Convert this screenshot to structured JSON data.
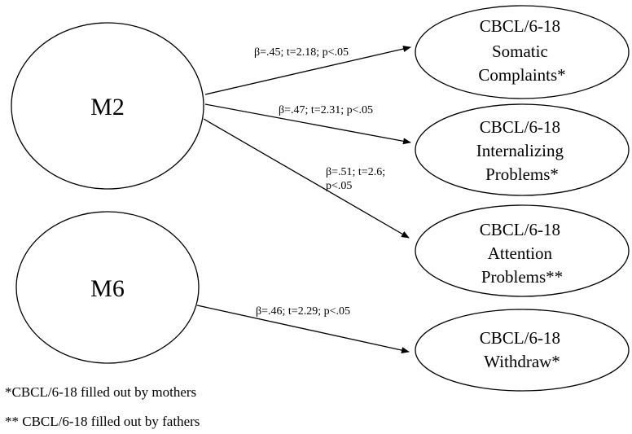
{
  "nodes": {
    "m2": {
      "label": "M2"
    },
    "m6": {
      "label": "M6"
    },
    "somatic": {
      "lines": [
        "CBCL/6-18",
        "Somatic",
        "Complaints*"
      ]
    },
    "internalizing": {
      "lines": [
        "CBCL/6-18",
        "Internalizing",
        "Problems*"
      ]
    },
    "attention": {
      "lines": [
        "CBCL/6-18",
        "Attention",
        "Problems**"
      ]
    },
    "withdraw": {
      "lines": [
        "CBCL/6-18",
        "Withdraw*"
      ]
    }
  },
  "edges": [
    {
      "from": "M2",
      "to": "CBCL/6-18 Somatic Complaints*",
      "label_lines": [
        "β=.45; t=2.18; p<.05"
      ]
    },
    {
      "from": "M2",
      "to": "CBCL/6-18 Internalizing Problems*",
      "label_lines": [
        "β=.47; t=2.31; p<.05"
      ]
    },
    {
      "from": "M2",
      "to": "CBCL/6-18 Attention Problems**",
      "label_lines": [
        "β=.51; t=2.6;",
        "p<.05"
      ]
    },
    {
      "from": "M6",
      "to": "CBCL/6-18 Withdraw*",
      "label_lines": [
        "β=.46; t=2.29; p<.05"
      ]
    }
  ],
  "footnotes": [
    "*CBCL/6-18 filled out by mothers",
    "** CBCL/6-18 filled out by fathers"
  ]
}
